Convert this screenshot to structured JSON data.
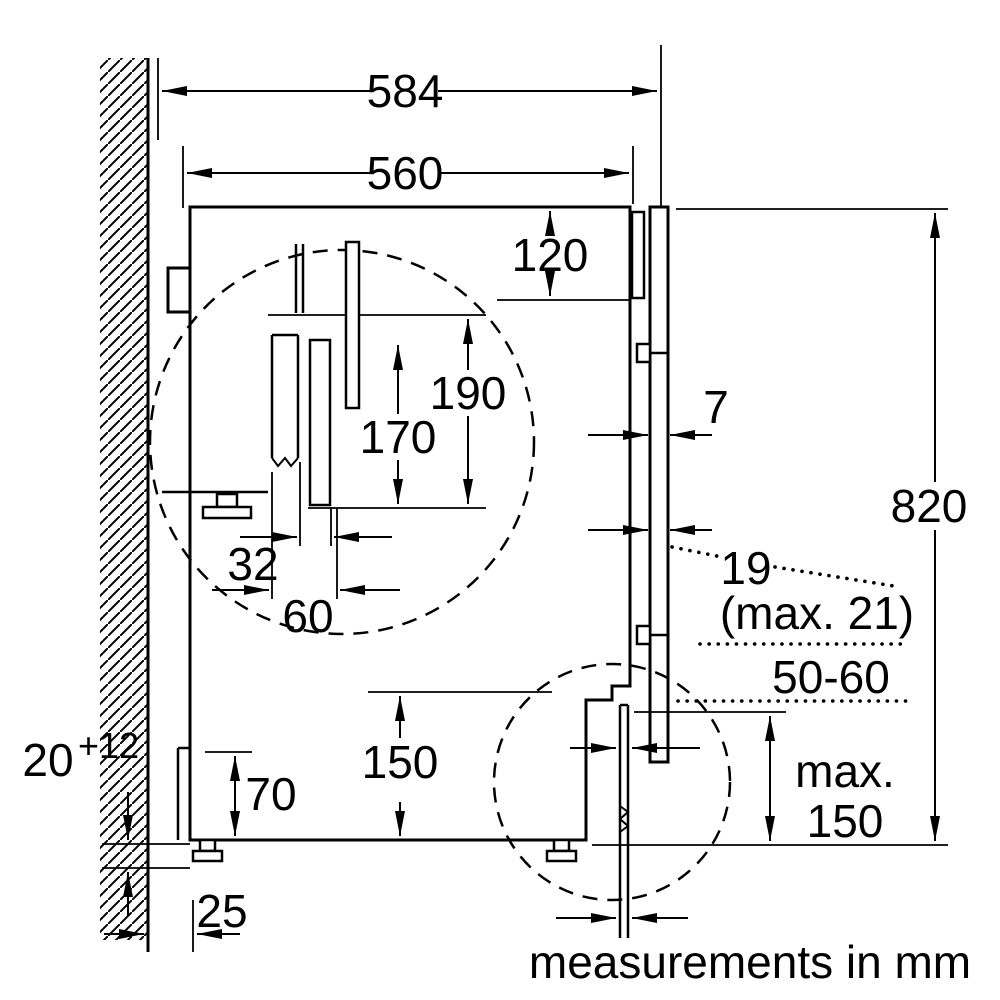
{
  "diagram": {
    "type": "appliance-installation-drawing",
    "unit_note": "measurements in mm",
    "colors": {
      "line": "#000000",
      "background": "#ffffff"
    },
    "dimensions": {
      "appliance_depth": "584",
      "niche_depth": "560",
      "top_clearance": "120",
      "bracket_length": "190",
      "bracket_inner": "170",
      "slot_width": "32",
      "slot_offset": "60",
      "door_gap": "7",
      "niche_height": "820",
      "furniture_door_thickness": "19",
      "furniture_door_thickness_max": "(max. 21)",
      "plinth_recess": "50-60",
      "plinth_height_prefix": "max.",
      "plinth_height_value": "150",
      "base_clearance": "150",
      "foot_zone": "70",
      "rear_gap": "20",
      "rear_gap_tolerance": "+12",
      "wall_distance": "25"
    }
  }
}
